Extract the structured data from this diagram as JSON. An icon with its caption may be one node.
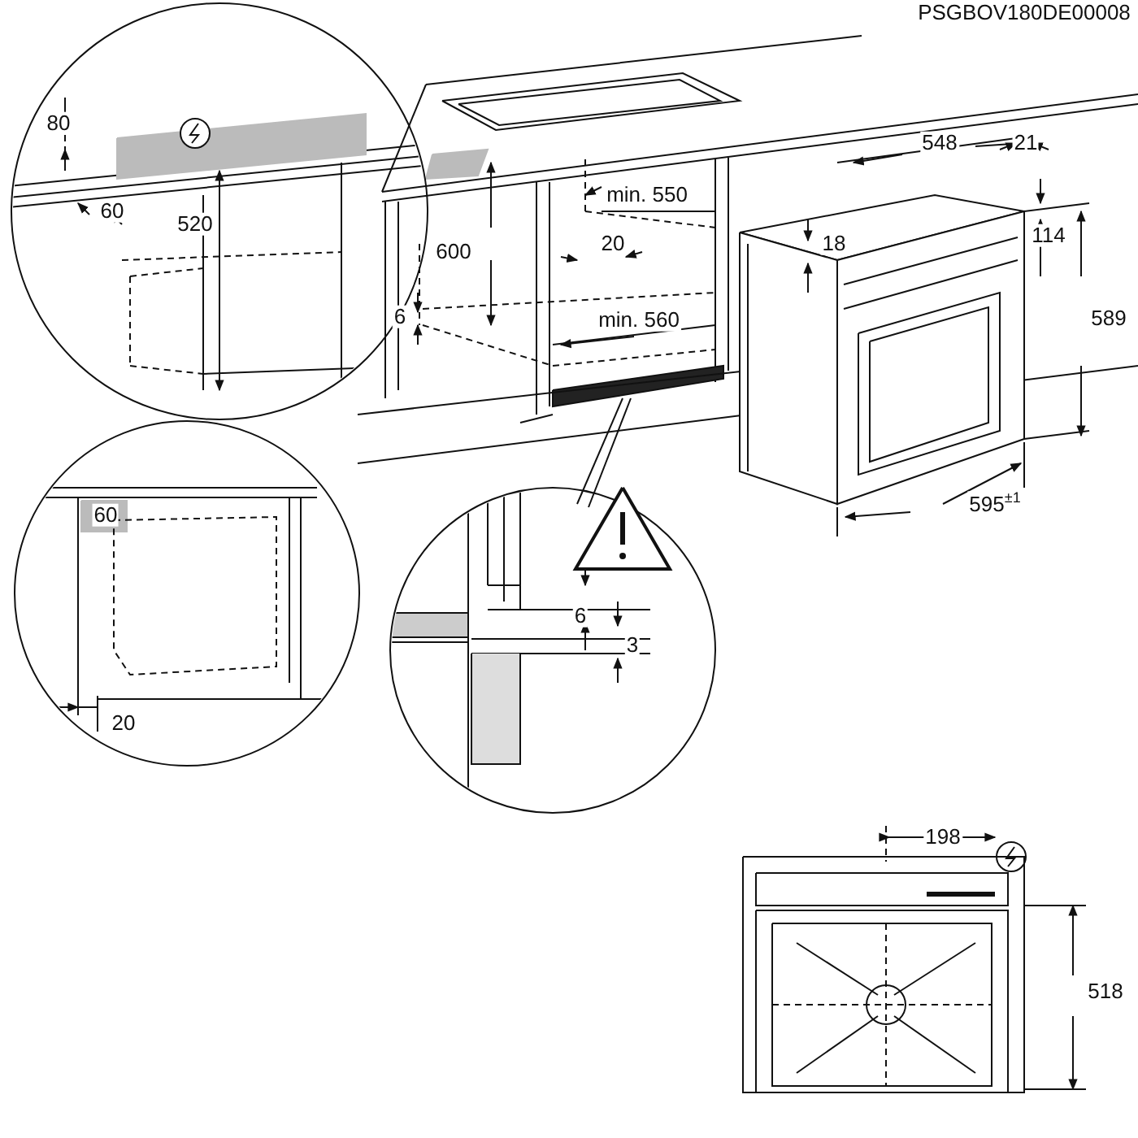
{
  "diagram": {
    "labels": [
      "PSGBOV180DE00008",
      "80",
      "548",
      "21",
      "60",
      "520",
      "600",
      "min. 550",
      "20",
      "114",
      "18",
      "589",
      "6",
      "min. 560",
      "60",
      "595$^{±1}$",
      "6",
      "3",
      "20",
      "198",
      "518"
    ]
  }
}
